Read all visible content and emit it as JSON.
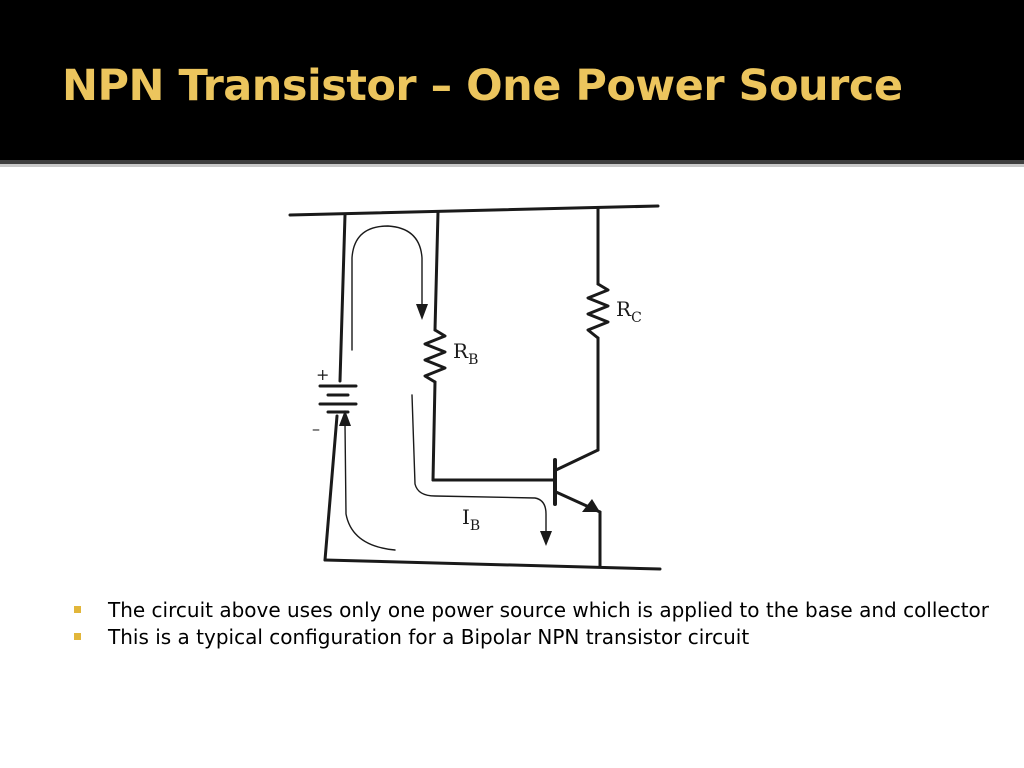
{
  "slide": {
    "title": "NPN Transistor – One Power Source",
    "bullets": [
      "The circuit above uses only one power source which is applied to the base and collector",
      "This is a typical configuration for a Bipolar NPN transistor circuit"
    ]
  },
  "diagram": {
    "labels": {
      "rc_main": "R",
      "rc_sub": "C",
      "rb_main": "R",
      "rb_sub": "B",
      "ib_main": "I",
      "ib_sub": "B",
      "battery_plus": "+",
      "battery_minus": "–"
    }
  },
  "colors": {
    "title_bar": "#000000",
    "title_text": "#ecc55d",
    "bullet_marker": "#e2b63a"
  }
}
